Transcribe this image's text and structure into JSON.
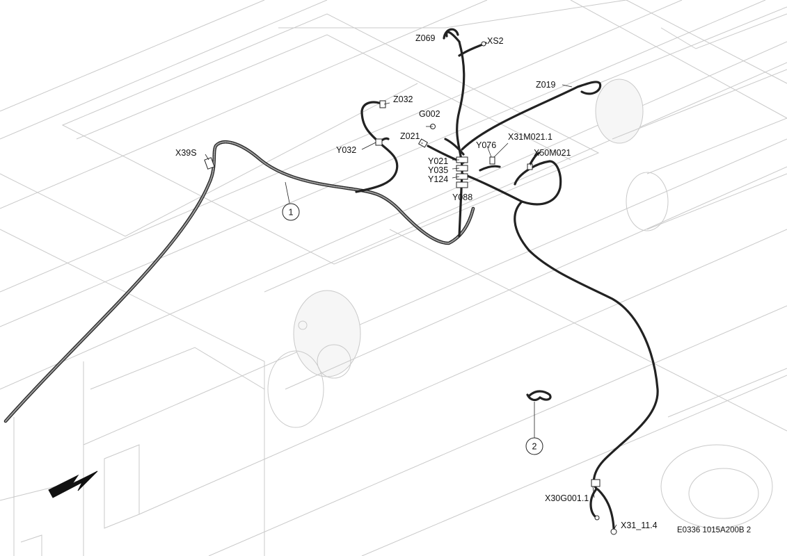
{
  "labels": {
    "z069": "Z069",
    "xs2": "XS2",
    "z032": "Z032",
    "g002": "G002",
    "z019": "Z019",
    "z021": "Z021",
    "y076": "Y076",
    "x31m021": "X31M021.1",
    "x39s": "X39S",
    "y032": "Y032",
    "y021": "Y021",
    "y035": "Y035",
    "y124": "Y124",
    "x50m021": "X50M021",
    "y088": "Y088",
    "x30g001": "X30G001.1",
    "x31_11": "X31_11.4"
  },
  "callouts": {
    "one": "1",
    "two": "2"
  },
  "footer_code": "E0336 1015A200B 2",
  "colors": {
    "line": "#222222",
    "ghost": "#c9c9c9"
  },
  "icons": {
    "direction_arrow": "forward-direction-arrow-icon"
  }
}
